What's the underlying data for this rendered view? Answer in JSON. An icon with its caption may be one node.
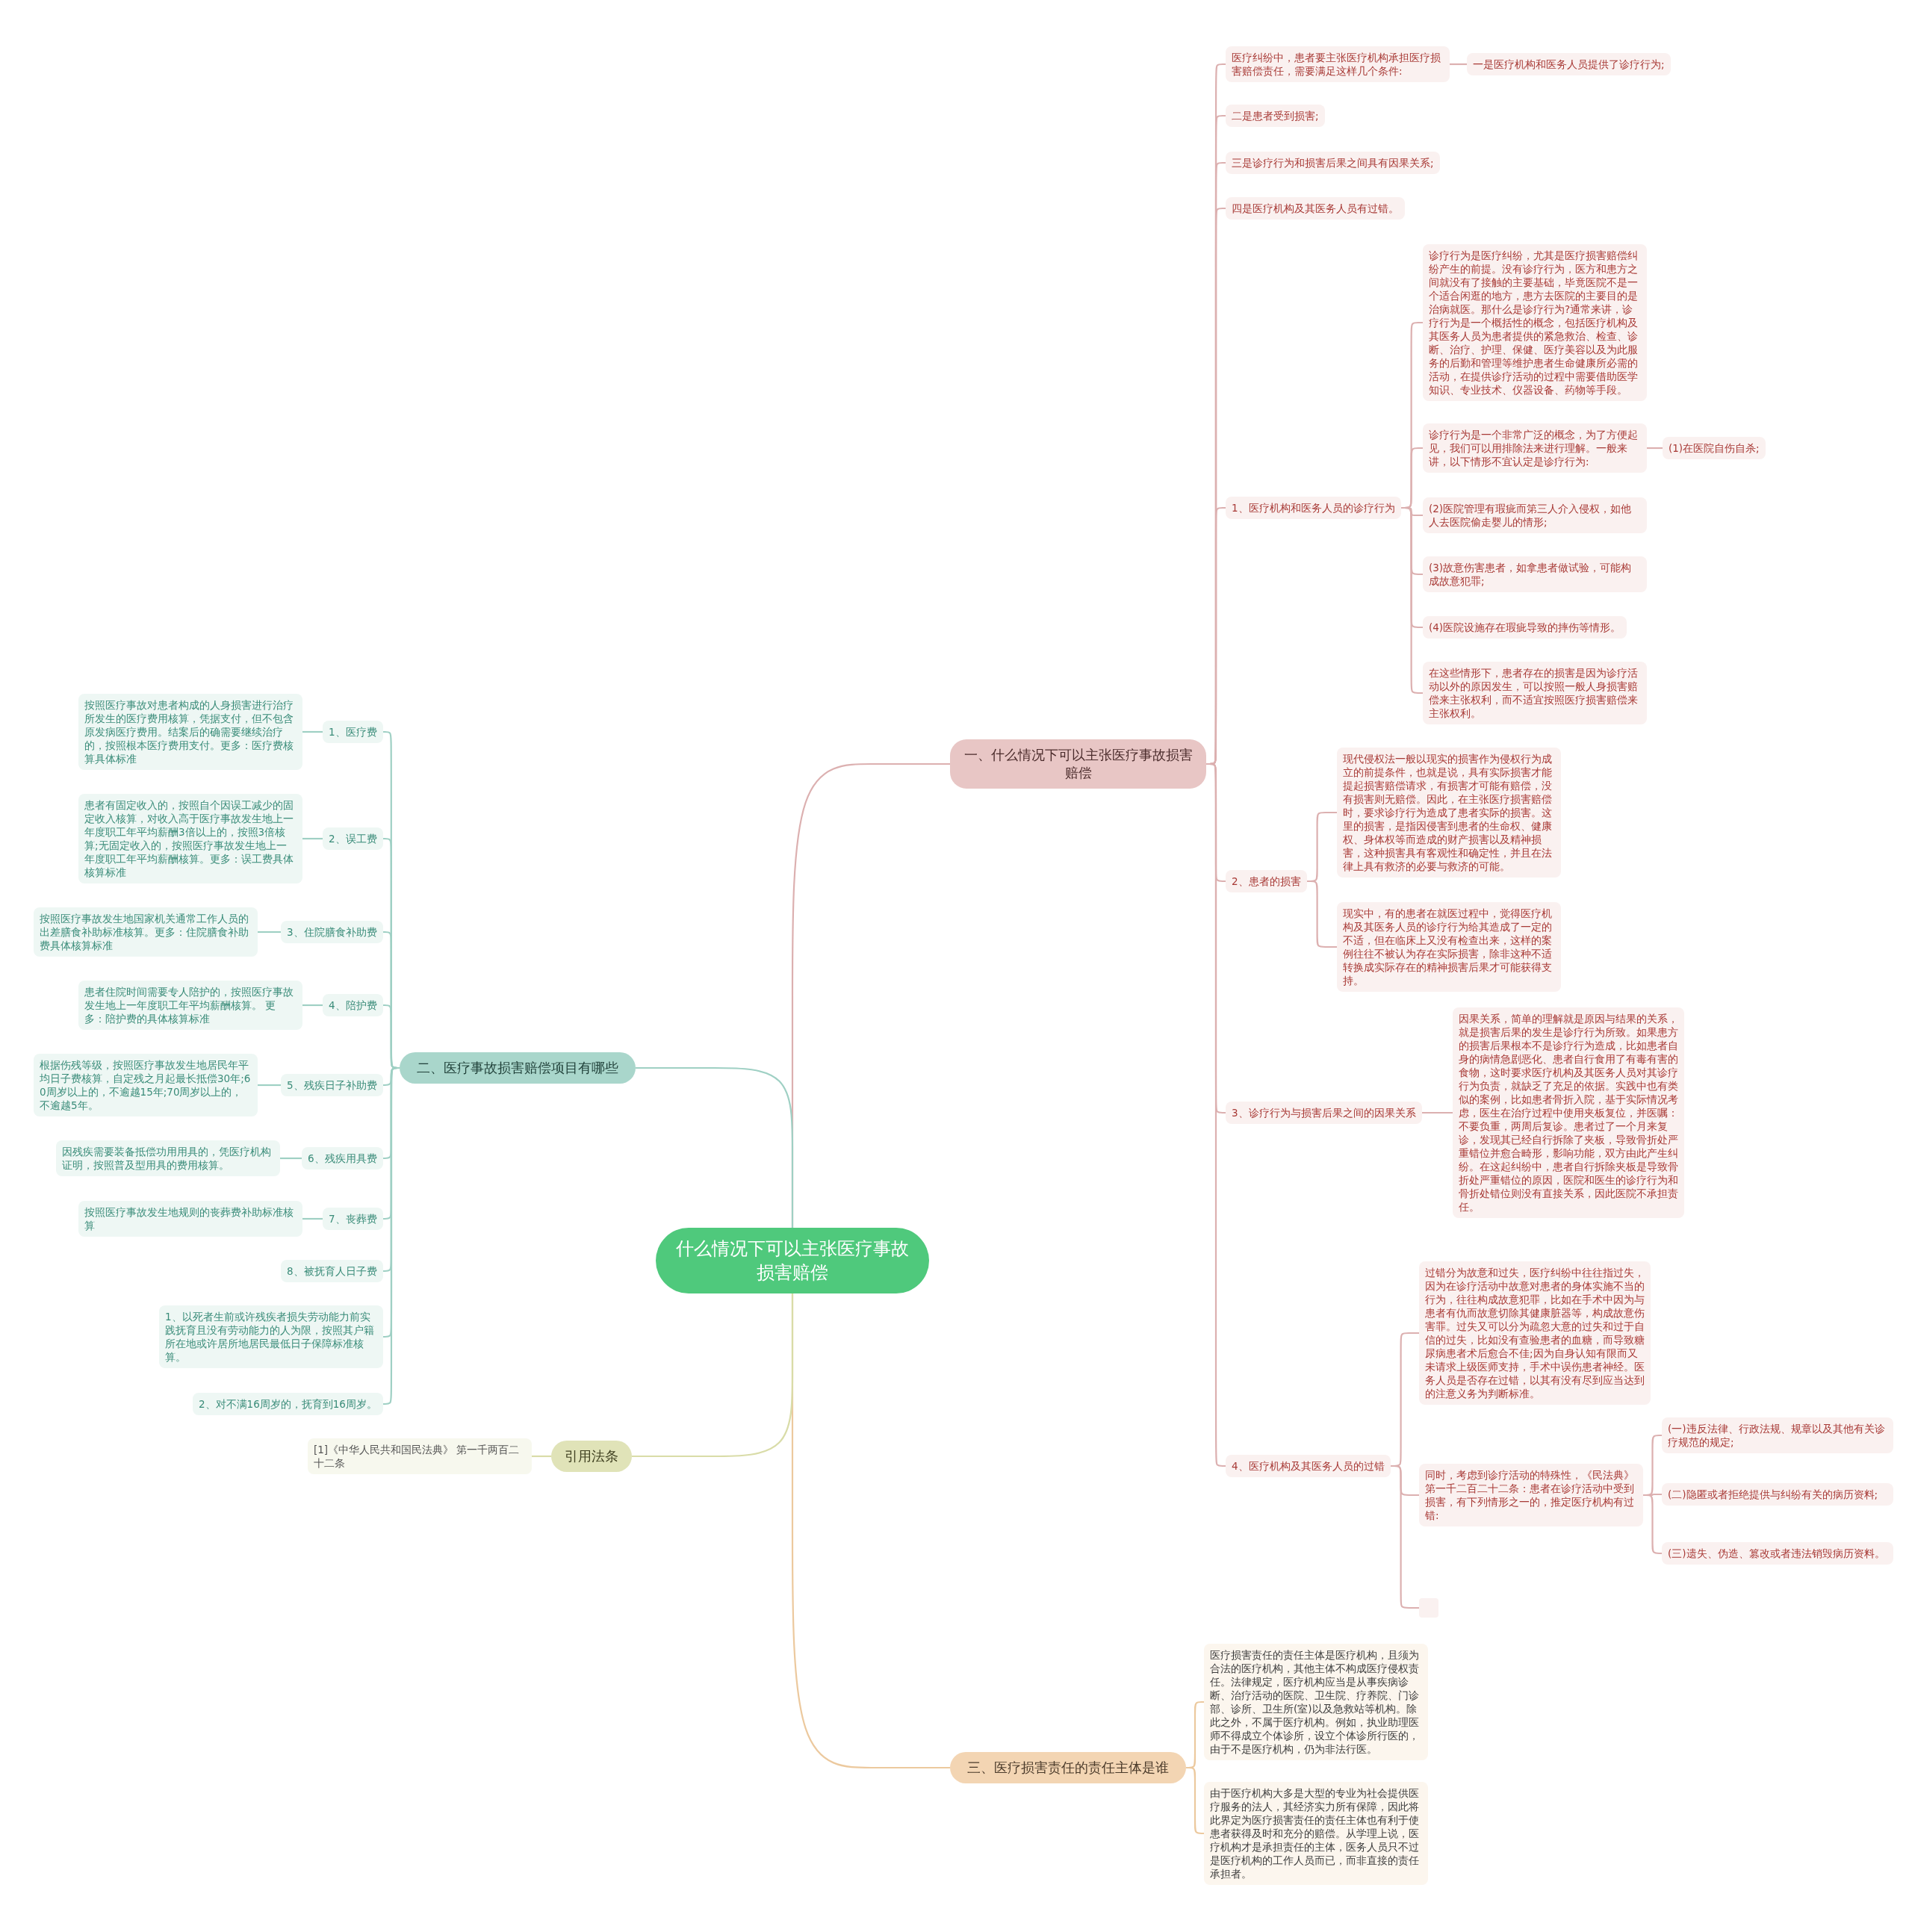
{
  "diagram": {
    "nodes": [
      {
        "text": [
          "什么情况下可以主张医疗事故损害赔偿"
        ]
      },
      {
        "text": [
          "一、什么情况下可以主张医疗事故损害赔偿"
        ]
      },
      {
        "text": [
          "医疗纠纷中，患者要主张医疗机构承担医疗损害赔偿责任，需要满足这样几个条件:"
        ]
      },
      {
        "text": [
          "一是医疗机构和医务人员提供了诊疗行为;"
        ]
      },
      {
        "text": [
          "二是患者受到损害;"
        ]
      },
      {
        "text": [
          "三是诊疗行为和损害后果之间具有因果关系;"
        ]
      },
      {
        "text": [
          "四是医疗机构及其医务人员有过错。"
        ]
      },
      {
        "text": [
          "1、医疗机构和医务人员的诊疗行为"
        ]
      },
      {
        "text": [
          "诊疗行为是医疗纠纷，尤其是医疗损害赔偿纠纷产生的前提。没有诊疗行为，医方和患方之间就没有了接触的主要基础，毕竟医院不是一个适合闲逛的地方，患方去医院的主要目的是治病就医。那什么是诊疗行为?通常来讲，诊疗行为是一个概括性的概念，包括医疗机构及其医务人员为患者提供的紧急救治、检查、诊断、治疗、护理、保健、医疗美容以及为此服务的后勤和管理等维护患者生命健康所必需的活动，在提供诊疗活动的过程中需要借助医学知识、专业技术、仪器设备、药物等手段。"
        ]
      },
      {
        "text": [
          "诊疗行为是一个非常广泛的概念，为了方便起见，我们可以用排除法来进行理解。一般来讲，以下情形不宜认定是诊疗行为:"
        ]
      },
      {
        "text": [
          "(1)在医院自伤自杀;"
        ]
      },
      {
        "text": [
          "(2)医院管理有瑕疵而第三人介入侵权，如他人去医院偷走婴儿的情形;"
        ]
      },
      {
        "text": [
          "(3)故意伤害患者，如拿患者做试验，可能构成故意犯罪;"
        ]
      },
      {
        "text": [
          "(4)医院设施存在瑕疵导致的摔伤等情形。"
        ]
      },
      {
        "text": [
          "在这些情形下，患者存在的损害是因为诊疗活动以外的原因发生，可以按照一般人身损害赔偿来主张权利，而不适宜按照医疗损害赔偿来主张权利。"
        ]
      },
      {
        "text": [
          "2、患者的损害"
        ]
      },
      {
        "text": [
          "现代侵权法一般以现实的损害作为侵权行为成立的前提条件，也就是说，具有实际损害才能提起损害赔偿请求，有损害才可能有赔偿，没有损害则无赔偿。因此，在主张医疗损害赔偿时，要求诊疗行为造成了患者实际的损害。这里的损害，是指因侵害到患者的生命权、健康权、身体权等而造成的财产损害以及精神损害，这种损害具有客观性和确定性，并且在法律上具有救济的必要与救济的可能。"
        ]
      },
      {
        "text": [
          "现实中，有的患者在就医过程中，觉得医疗机构及其医务人员的诊疗行为给其造成了一定的不适，但在临床上又没有检查出来，这样的案例往往不被认为存在实际损害，除非这种不适转换成实际存在的精神损害后果才可能获得支持。"
        ]
      },
      {
        "text": [
          "3、诊疗行为与损害后果之间的因果关系"
        ]
      },
      {
        "text": [
          "因果关系，简单的理解就是原因与结果的关系，就是损害后果的发生是诊疗行为所致。如果患方的损害后果根本不是诊疗行为造成，比如患者自身的病情急剧恶化、患者自行食用了有毒有害的食物，这时要求医疗机构及其医务人员对其诊疗行为负责，就缺乏了充足的依据。实践中也有类似的案例，比如患者骨折入院，基于实际情况考虑，医生在治疗过程中使用夹板复位，并医嘱：不要负重，两周后复诊。患者过了一个月来复诊，发现其已经自行拆除了夹板，导致骨折处严重错位并愈合畸形，影响功能，双方由此产生纠纷。在这起纠纷中，患者自行拆除夹板是导致骨折处严重错位的原因，医院和医生的诊疗行为和骨折处错位则没有直接关系，因此医院不承担责任。"
        ]
      },
      {
        "text": [
          "4、医疗机构及其医务人员的过错"
        ]
      },
      {
        "text": [
          "过错分为故意和过失，医疗纠纷中往往指过失，因为在诊疗活动中故意对患者的身体实施不当的行为，往往构成故意犯罪，比如在手术中因为与患者有仇而故意切除其健康脏器等，构成故意伤害罪。过失又可以分为疏忽大意的过失和过于自信的过失，比如没有查验患者的血糖，而导致糖尿病患者术后愈合不佳;因为自身认知有限而又未请求上级医师支持，手术中误伤患者神经。医务人员是否存在过错，以其有没有尽到应当达到的注意义务为判断标准。"
        ]
      },
      {
        "text": [
          "同时，考虑到诊疗活动的特殊性，《民法典》第一千二百二十二条：患者在诊疗活动中受到损害，有下列情形之一的，推定医疗机构有过错:"
        ]
      },
      {
        "text": [
          "(一)违反法律、行政法规、规章以及其他有关诊疗规范的规定;"
        ]
      },
      {
        "text": [
          "(二)隐匿或者拒绝提供与纠纷有关的病历资料;"
        ]
      },
      {
        "text": [
          "(三)遗失、伪造、篡改或者违法销毁病历资料。"
        ]
      },
      {
        "text": [],
        "shape": "box"
      },
      {
        "text": [
          "三、医疗损害责任的责任主体是谁"
        ]
      },
      {
        "text": [
          "医疗损害责任的责任主体是医疗机构，且须为合法的医疗机构，其他主体不构成医疗侵权责任。法律规定，医疗机构应当是从事疾病诊断、治疗活动的医院、卫生院、疗养院、门诊部、诊所、卫生所(室)以及急救站等机构。除此之外，不属于医疗机构。例如，执业助理医师不得成立个体诊所，设立个体诊所行医的，由于不是医疗机构，仍为非法行医。"
        ]
      },
      {
        "text": [
          "由于医疗机构大多是大型的专业为社会提供医疗服务的法人，其经济实力所有保障，因此将此界定为医疗损害责任的责任主体也有利于使患者获得及时和充分的赔偿。从学理上说，医疗机构才是承担责任的主体，医务人员只不过是医疗机构的工作人员而已，而非直接的责任承担者。"
        ]
      },
      {
        "text": [
          "二、医疗事故损害赔偿项目有哪些"
        ]
      },
      {
        "text": [
          "1、医疗费"
        ]
      },
      {
        "text": [
          "按照医疗事故对患者构成的人身损害进行治疗所发生的医疗费用核算，凭据支付，但不包含原发病医疗费用。结案后的确需要继续治疗的，按照根本医疗费用支付。更多：医疗费核算具体标准"
        ]
      },
      {
        "text": [
          "2、误工费"
        ]
      },
      {
        "text": [
          "患者有固定收入的，按照自个因误工减少的固定收入核算，对收入高于医疗事故发生地上一年度职工年平均薪酬3倍以上的，按照3倍核算;无固定收入的，按照医疗事故发生地上一年度职工年平均薪酬核算。更多：误工费具体核算标准"
        ]
      },
      {
        "text": [
          "3、住院膳食补助费"
        ]
      },
      {
        "text": [
          "按照医疗事故发生地国家机关通常工作人员的出差膳食补助标准核算。更多：住院膳食补助费具体核算标准"
        ]
      },
      {
        "text": [
          "4、陪护费"
        ]
      },
      {
        "text": [
          "患者住院时间需要专人陪护的，按照医疗事故发生地上一年度职工年平均薪酬核算。 更多：陪护费的具体核算标准"
        ]
      },
      {
        "text": [
          "5、残疾日子补助费"
        ]
      },
      {
        "text": [
          "根据伤残等级，按照医疗事故发生地居民年平均日子费核算，自定残之月起最长抵偿30年;60周岁以上的，不逾越15年;70周岁以上的，不逾越5年。"
        ]
      },
      {
        "text": [
          "6、残疾用具费"
        ]
      },
      {
        "text": [
          "因残疾需要装备抵偿功用用具的，凭医疗机构证明，按照普及型用具的费用核算。"
        ]
      },
      {
        "text": [
          "7、丧葬费"
        ]
      },
      {
        "text": [
          "按照医疗事故发生地规则的丧葬费补助标准核算"
        ]
      },
      {
        "text": [
          "8、被抚育人日子费"
        ]
      },
      {
        "text": [
          "1、以死者生前或许残疾者损失劳动能力前实践抚育且没有劳动能力的人为限，按照其户籍所在地或许居所地居民最低日子保障标准核算。"
        ]
      },
      {
        "text": [
          "2、对不满16周岁的，抚育到16周岁。"
        ]
      },
      {
        "text": [
          "引用法条"
        ]
      },
      {
        "text": [
          "[1]《中华人民共和国民法典》 第一千两百二十二条"
        ]
      }
    ],
    "edges": [
      {
        "from": 0,
        "to": 1,
        "arrow": "none"
      },
      {
        "from": 1,
        "to": 2,
        "arrow": "none"
      },
      {
        "from": 2,
        "to": 3,
        "arrow": "none"
      },
      {
        "from": 1,
        "to": 4,
        "arrow": "none"
      },
      {
        "from": 1,
        "to": 5,
        "arrow": "none"
      },
      {
        "from": 1,
        "to": 6,
        "arrow": "none"
      },
      {
        "from": 1,
        "to": 7,
        "arrow": "none"
      },
      {
        "from": 7,
        "to": 8,
        "arrow": "none"
      },
      {
        "from": 7,
        "to": 9,
        "arrow": "none"
      },
      {
        "from": 9,
        "to": 10,
        "arrow": "none"
      },
      {
        "from": 7,
        "to": 11,
        "arrow": "none"
      },
      {
        "from": 7,
        "to": 12,
        "arrow": "none"
      },
      {
        "from": 7,
        "to": 13,
        "arrow": "none"
      },
      {
        "from": 7,
        "to": 14,
        "arrow": "none"
      },
      {
        "from": 1,
        "to": 15,
        "arrow": "none"
      },
      {
        "from": 15,
        "to": 16,
        "arrow": "none"
      },
      {
        "from": 15,
        "to": 17,
        "arrow": "none"
      },
      {
        "from": 1,
        "to": 18,
        "arrow": "none"
      },
      {
        "from": 18,
        "to": 19,
        "arrow": "none"
      },
      {
        "from": 1,
        "to": 20,
        "arrow": "none"
      },
      {
        "from": 20,
        "to": 21,
        "arrow": "none"
      },
      {
        "from": 20,
        "to": 22,
        "arrow": "none"
      },
      {
        "from": 22,
        "to": 23,
        "arrow": "none"
      },
      {
        "from": 22,
        "to": 24,
        "arrow": "none"
      },
      {
        "from": 22,
        "to": 25,
        "arrow": "none"
      },
      {
        "from": 20,
        "to": 26,
        "arrow": "none"
      },
      {
        "from": 0,
        "to": 27,
        "arrow": "none",
        "color": "#ecc99e"
      },
      {
        "from": 27,
        "to": 28,
        "arrow": "none",
        "color": "#ecc99e"
      },
      {
        "from": 27,
        "to": 29,
        "arrow": "none",
        "color": "#ecc99e"
      },
      {
        "from": 0,
        "to": 30,
        "arrow": "none",
        "color": "#9fd0c4"
      },
      {
        "from": 30,
        "to": 31,
        "arrow": "none",
        "color": "#9fd0c4"
      },
      {
        "from": 31,
        "to": 32,
        "arrow": "none",
        "color": "#9fd0c4"
      },
      {
        "from": 30,
        "to": 33,
        "arrow": "none",
        "color": "#9fd0c4"
      },
      {
        "from": 33,
        "to": 34,
        "arrow": "none",
        "color": "#9fd0c4"
      },
      {
        "from": 30,
        "to": 35,
        "arrow": "none",
        "color": "#9fd0c4"
      },
      {
        "from": 35,
        "to": 36,
        "arrow": "none",
        "color": "#9fd0c4"
      },
      {
        "from": 30,
        "to": 37,
        "arrow": "none",
        "color": "#9fd0c4"
      },
      {
        "from": 37,
        "to": 38,
        "arrow": "none",
        "color": "#9fd0c4"
      },
      {
        "from": 30,
        "to": 39,
        "arrow": "none",
        "color": "#9fd0c4"
      },
      {
        "from": 39,
        "to": 40,
        "arrow": "none",
        "color": "#9fd0c4"
      },
      {
        "from": 30,
        "to": 41,
        "arrow": "none",
        "color": "#9fd0c4"
      },
      {
        "from": 41,
        "to": 42,
        "arrow": "none",
        "color": "#9fd0c4"
      },
      {
        "from": 30,
        "to": 43,
        "arrow": "none",
        "color": "#9fd0c4"
      },
      {
        "from": 43,
        "to": 44,
        "arrow": "none",
        "color": "#9fd0c4"
      },
      {
        "from": 30,
        "to": 45,
        "arrow": "none",
        "color": "#9fd0c4"
      },
      {
        "from": 30,
        "to": 46,
        "arrow": "none",
        "color": "#9fd0c4"
      },
      {
        "from": 30,
        "to": 47,
        "arrow": "none",
        "color": "#9fd0c4"
      },
      {
        "from": 0,
        "to": 48,
        "arrow": "none",
        "color": "#d9dca8"
      },
      {
        "from": 48,
        "to": 49,
        "arrow": "none",
        "color": "#d9dca8"
      }
    ]
  }
}
